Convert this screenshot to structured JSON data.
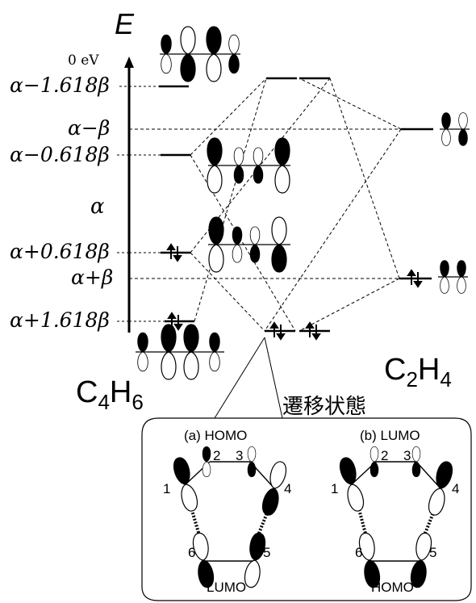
{
  "axis": {
    "energy_label": "E",
    "zero_label": "0 eV",
    "alpha_label": "α"
  },
  "butadiene_levels": [
    {
      "label": "α−1.618β",
      "electrons": 0
    },
    {
      "label": "α−0.618β",
      "electrons": 0
    },
    {
      "label": "α+0.618β",
      "electrons": 2
    },
    {
      "label": "α+1.618β",
      "electrons": 2
    }
  ],
  "ethylene_levels": [
    {
      "label": "α−β",
      "electrons": 0
    },
    {
      "label": "α+β",
      "electrons": 2
    }
  ],
  "molecules": {
    "left": {
      "main": "C",
      "sub1": "4",
      "mid": "H",
      "sub2": "6"
    },
    "right": {
      "main": "C",
      "sub1": "2",
      "mid": "H",
      "sub2": "4"
    }
  },
  "transition_state": {
    "label": "遷移状態",
    "panel_a_title": "(a) HOMO",
    "panel_b_title": "(b) LUMO",
    "panel_a_bottom": "LUMO",
    "panel_b_bottom": "HOMO",
    "atom_numbers": [
      "1",
      "2",
      "3",
      "4",
      "5",
      "6"
    ]
  },
  "colors": {
    "ink": "#000000",
    "background": "#ffffff"
  }
}
